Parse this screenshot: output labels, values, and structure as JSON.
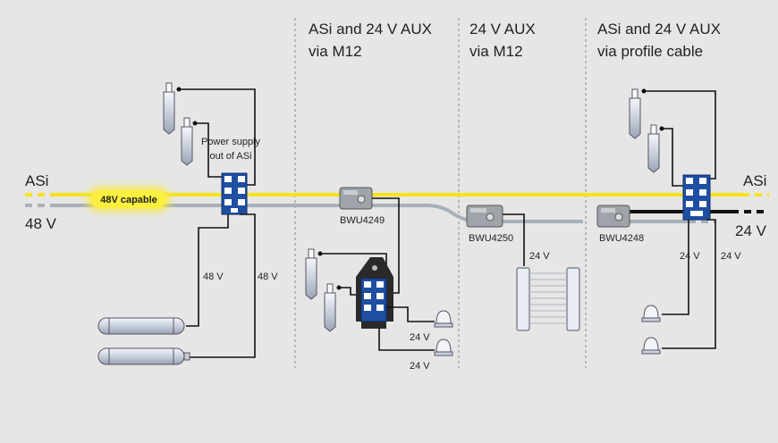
{
  "sections": {
    "s1": [
      "ASi and 24 V AUX",
      "via M12"
    ],
    "s2": [
      "24 V AUX",
      "via M12"
    ],
    "s3": [
      "ASi and 24 V AUX",
      "via profile cable"
    ]
  },
  "bus": {
    "asi_left": "ASi",
    "v48_left": "48 V",
    "asi_right": "ASi",
    "v24_right": "24 V"
  },
  "badge": "48V capable",
  "power_note": [
    "Power supply",
    "out of ASi"
  ],
  "devices": {
    "d1": "BWU4249",
    "d2": "BWU4250",
    "d3": "BWU4248"
  },
  "voltages": {
    "v48_a": "48 V",
    "v48_b": "48 V",
    "v24_a": "24 V",
    "v24_b": "24 V",
    "v24_c": "24 V",
    "v24_d": "24 V",
    "v24_e": "24 V"
  },
  "colors": {
    "asi_yellow": "#f5e31b",
    "grey_cable": "#a9b0b8",
    "module_blue": "#1f4fa3",
    "background": "#e6e6e6"
  }
}
